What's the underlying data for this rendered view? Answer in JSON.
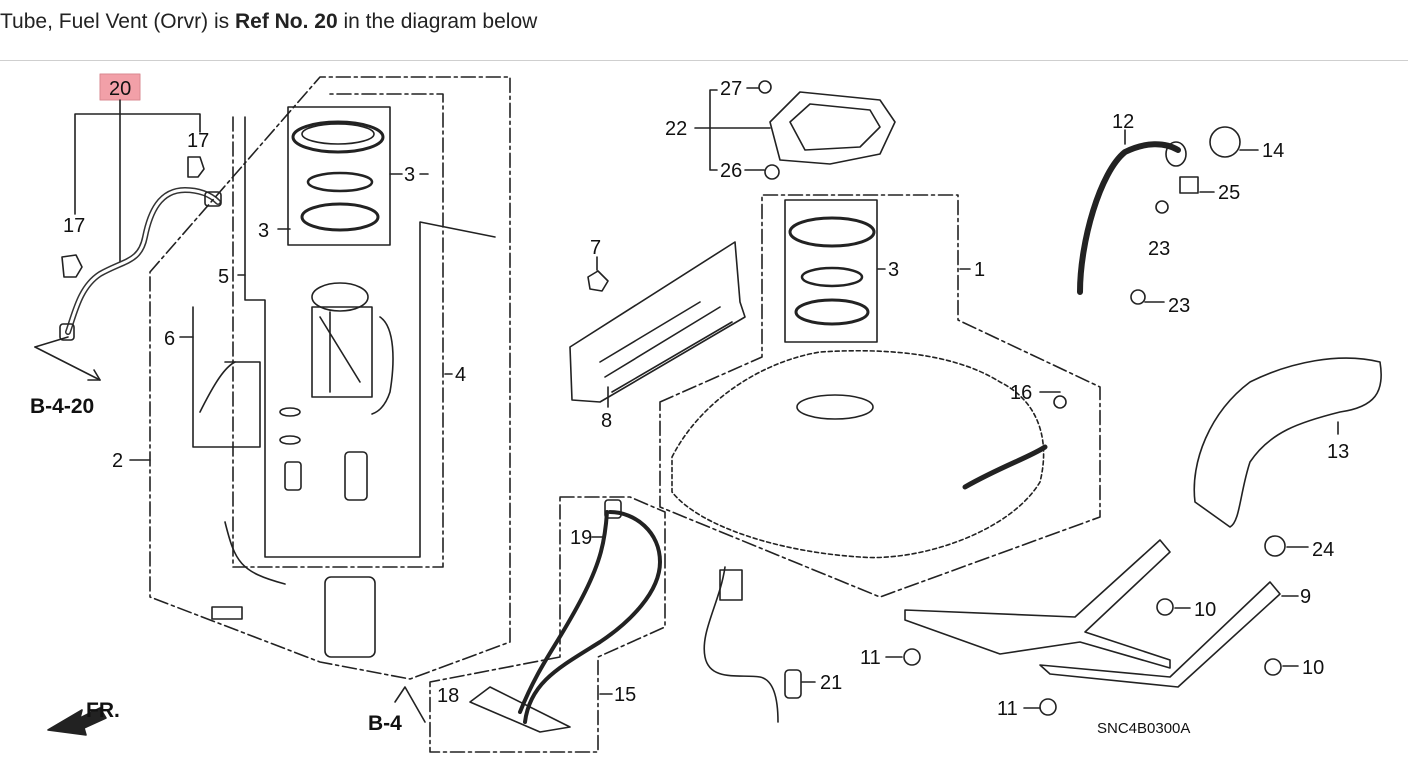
{
  "caption": {
    "prefix": "Tube, Fuel Vent (Orvr) is ",
    "ref": "Ref No. 20",
    "suffix": " in the diagram below"
  },
  "highlight": {
    "ref": "20",
    "color": "#f2a0a8"
  },
  "diagram": {
    "labels": {
      "n1": "1",
      "n2": "2",
      "n3a": "3",
      "n3b": "3",
      "n3c": "3",
      "n4": "4",
      "n5": "5",
      "n6": "6",
      "n7": "7",
      "n8": "8",
      "n9": "9",
      "n10a": "10",
      "n10b": "10",
      "n11a": "11",
      "n11b": "11",
      "n12": "12",
      "n13": "13",
      "n14": "14",
      "n15": "15",
      "n16": "16",
      "n17a": "17",
      "n17b": "17",
      "n18": "18",
      "n19": "19",
      "n21": "21",
      "n22": "22",
      "n23a": "23",
      "n23b": "23",
      "n24": "24",
      "n25": "25",
      "n26": "26",
      "n27": "27"
    },
    "ref_b420": "B-4-20",
    "ref_b4": "B-4",
    "front_marker": "FR.",
    "code": "SNC4B0300A"
  }
}
